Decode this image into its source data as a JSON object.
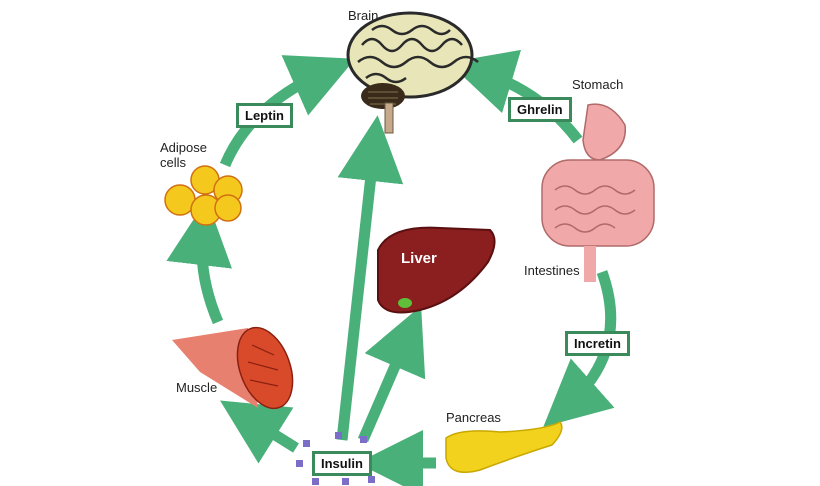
{
  "organs": {
    "brain": "Brain",
    "stomach": "Stomach",
    "adipose": "Adipose\ncells",
    "intestines": "Intestines",
    "liver": "Liver",
    "muscle": "Muscle",
    "pancreas": "Pancreas"
  },
  "hormones": {
    "leptin": "Leptin",
    "ghrelin": "Ghrelin",
    "incretin": "Incretin",
    "insulin": "Insulin"
  },
  "colors": {
    "arrow": "#4ab07a",
    "box_border": "#3a8a5c",
    "brain": "#e8e6b8",
    "liver": "#8b1e1e",
    "pancreas": "#f2d21c",
    "fat": "#f5c81e",
    "muscle": "#d94a2a",
    "gut": "#f0a8a8",
    "insulin_dots": "#7a6ec9"
  }
}
